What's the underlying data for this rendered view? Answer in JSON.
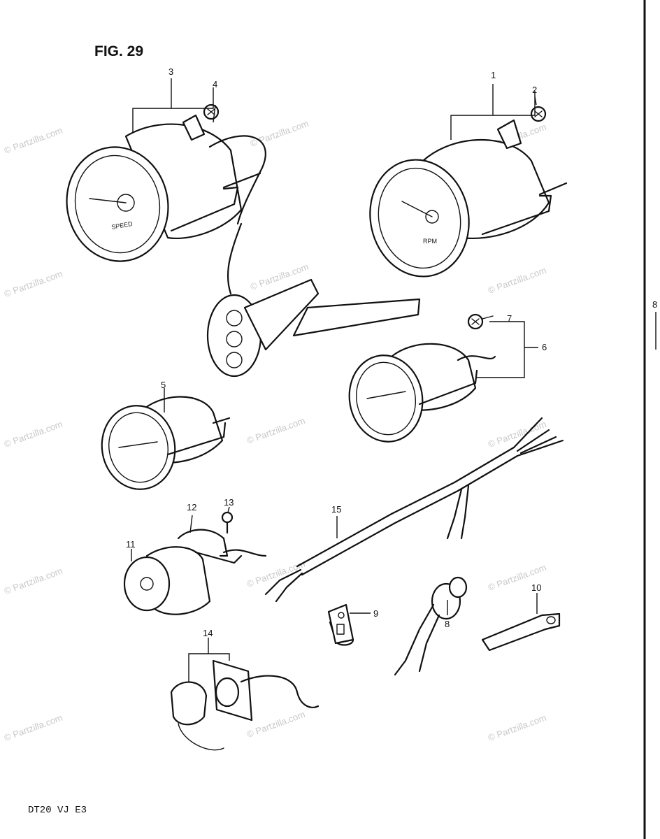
{
  "figure": {
    "title": "FIG. 29",
    "footer": "DT20 VJ E3"
  },
  "watermark": "© Partzilla.com",
  "dial_text": {
    "speed": "SPEED",
    "rpm": "RPM"
  },
  "callouts": [
    {
      "id": "1",
      "label": "1"
    },
    {
      "id": "2",
      "label": "2"
    },
    {
      "id": "3",
      "label": "3"
    },
    {
      "id": "4",
      "label": "4"
    },
    {
      "id": "5",
      "label": "5"
    },
    {
      "id": "6",
      "label": "6"
    },
    {
      "id": "7",
      "label": "7"
    },
    {
      "id": "8",
      "label": "8"
    },
    {
      "id": "9",
      "label": "9"
    },
    {
      "id": "10",
      "label": "10"
    },
    {
      "id": "11",
      "label": "11"
    },
    {
      "id": "12",
      "label": "12"
    },
    {
      "id": "13",
      "label": "13"
    },
    {
      "id": "14",
      "label": "14"
    },
    {
      "id": "15",
      "label": "15"
    }
  ],
  "edge_fragment": {
    "label": "8"
  }
}
